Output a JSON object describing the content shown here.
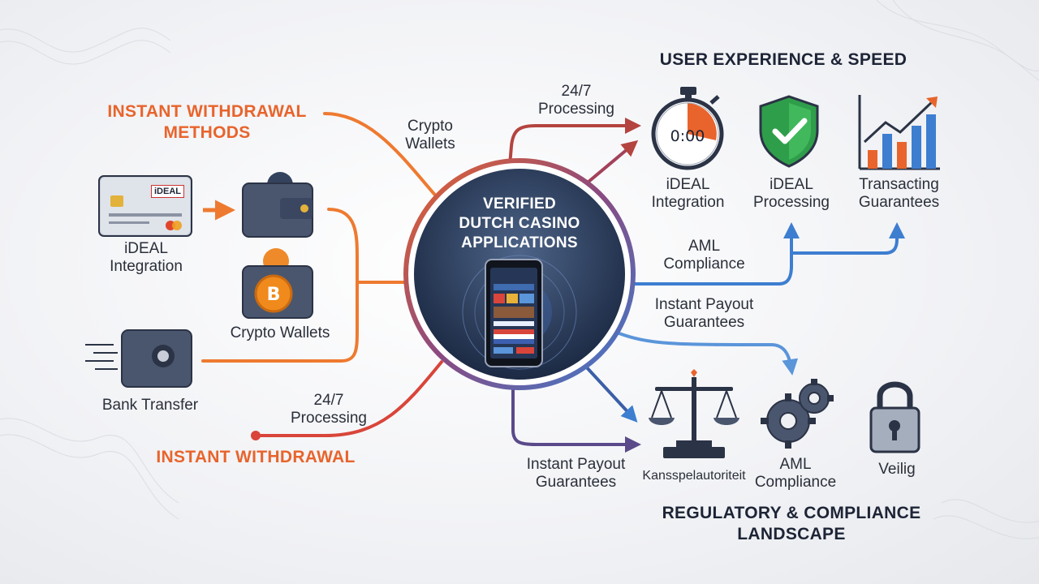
{
  "headings": {
    "instant_methods": [
      "INSTANT WITHDRAWAL",
      "METHODS"
    ],
    "instant_withdrawal": "INSTANT WITHDRAWAL",
    "ux_speed": "USER EXPERIENCE & SPEED",
    "regulatory": [
      "REGULATORY & COMPLIANCE",
      "LANDSCAPE"
    ]
  },
  "hub": {
    "title": [
      "VERIFIED",
      "DUTCH CASINO",
      "APPLICATIONS"
    ]
  },
  "methods": {
    "ideal": [
      "iDEAL",
      "Integration"
    ],
    "card_brand": "iDEAL",
    "crypto": "Crypto Wallets",
    "bank": "Bank Transfer"
  },
  "flow_labels": {
    "crypto_wallets": [
      "Crypto",
      "Wallets"
    ],
    "processing_top": [
      "24/7",
      "Processing"
    ],
    "processing_bottom": [
      "24/7",
      "Processing"
    ],
    "aml": [
      "AML",
      "Compliance"
    ],
    "payout_mid": [
      "Instant Payout",
      "Guarantees"
    ],
    "payout_bottom": [
      "Instant Payout",
      "Guarantees"
    ]
  },
  "ux_items": {
    "timer_value": "0:00",
    "ideal_integration": [
      "iDEAL",
      "Integration"
    ],
    "ideal_processing": [
      "iDEAL",
      "Processing"
    ],
    "transacting": [
      "Transacting",
      "Guarantees"
    ]
  },
  "reg_items": {
    "kansspel": "Kansspelautoriteit",
    "aml": [
      "AML",
      "Compliance"
    ],
    "veilig": "Veilig"
  },
  "colors": {
    "orange": "#ee7a30",
    "red": "#d9453a",
    "blue": "#3d7ed0",
    "purple": "#6a4f8a",
    "navy": "#1d2436"
  }
}
